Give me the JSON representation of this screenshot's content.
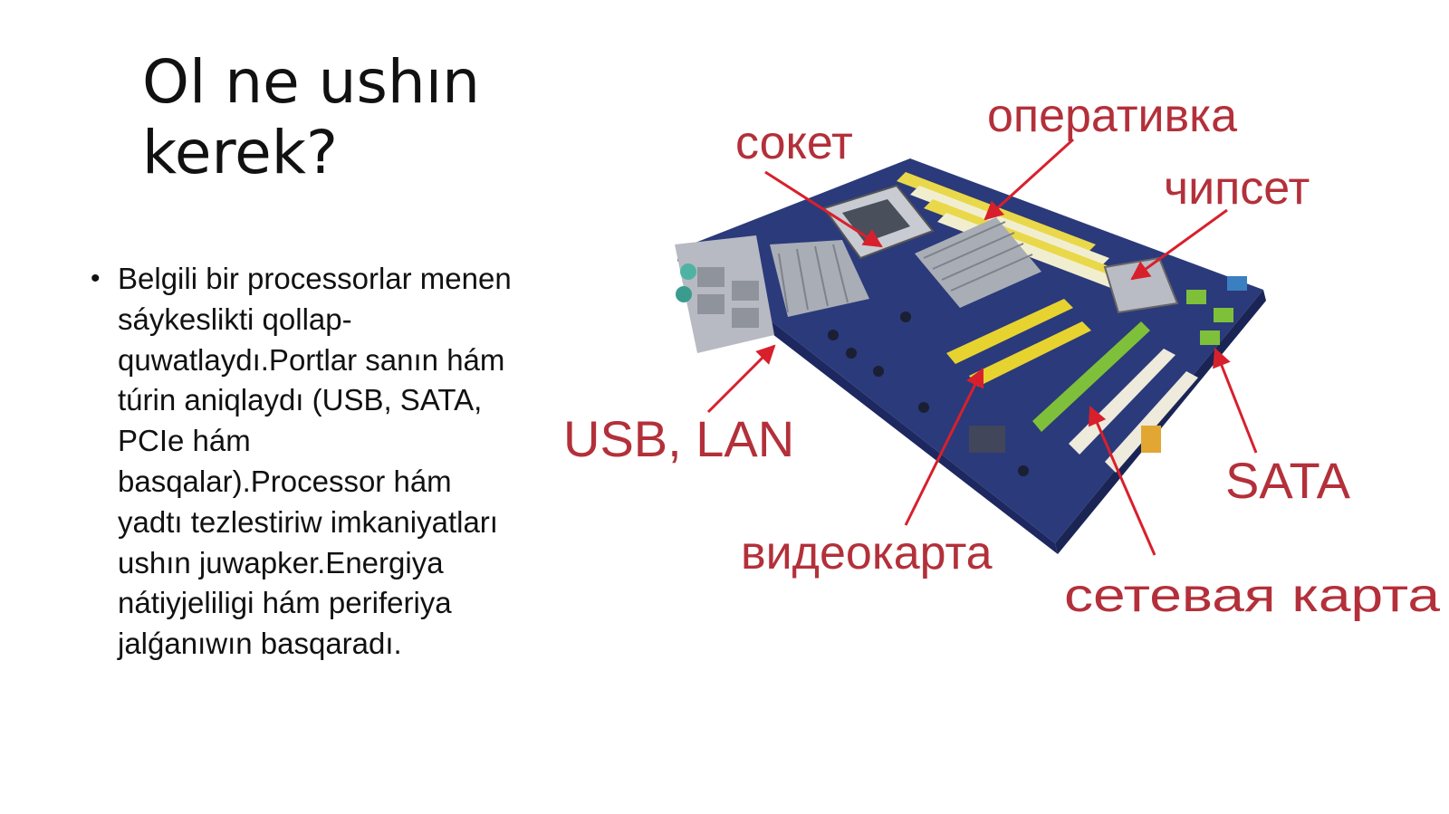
{
  "slide": {
    "title": "Ol ne ushın kerek?",
    "bullets": [
      "Belgili bir processorlar menen sáykeslikti qollap-quwatlaydı.Portlar sanın hám túrin aniqlaydı (USB, SATA, PCIe hám basqalar).Processor hám yadtı tezlestiriw imkaniyatları ushın juwapker.Energiya nátiyjeliligi hám periferiya jalǵanıwın basqaradı."
    ]
  },
  "figure": {
    "labels": {
      "socket": "сокет",
      "ram": "оперативка",
      "chipset": "чипсет",
      "usb_lan": "USB, LAN",
      "sata": "SATA",
      "gpu": "видеокарта",
      "network_card": "сетевая карта"
    },
    "colors": {
      "label": "#b3303a",
      "arrow": "#d8202c",
      "board": "#2b3a7a"
    }
  }
}
